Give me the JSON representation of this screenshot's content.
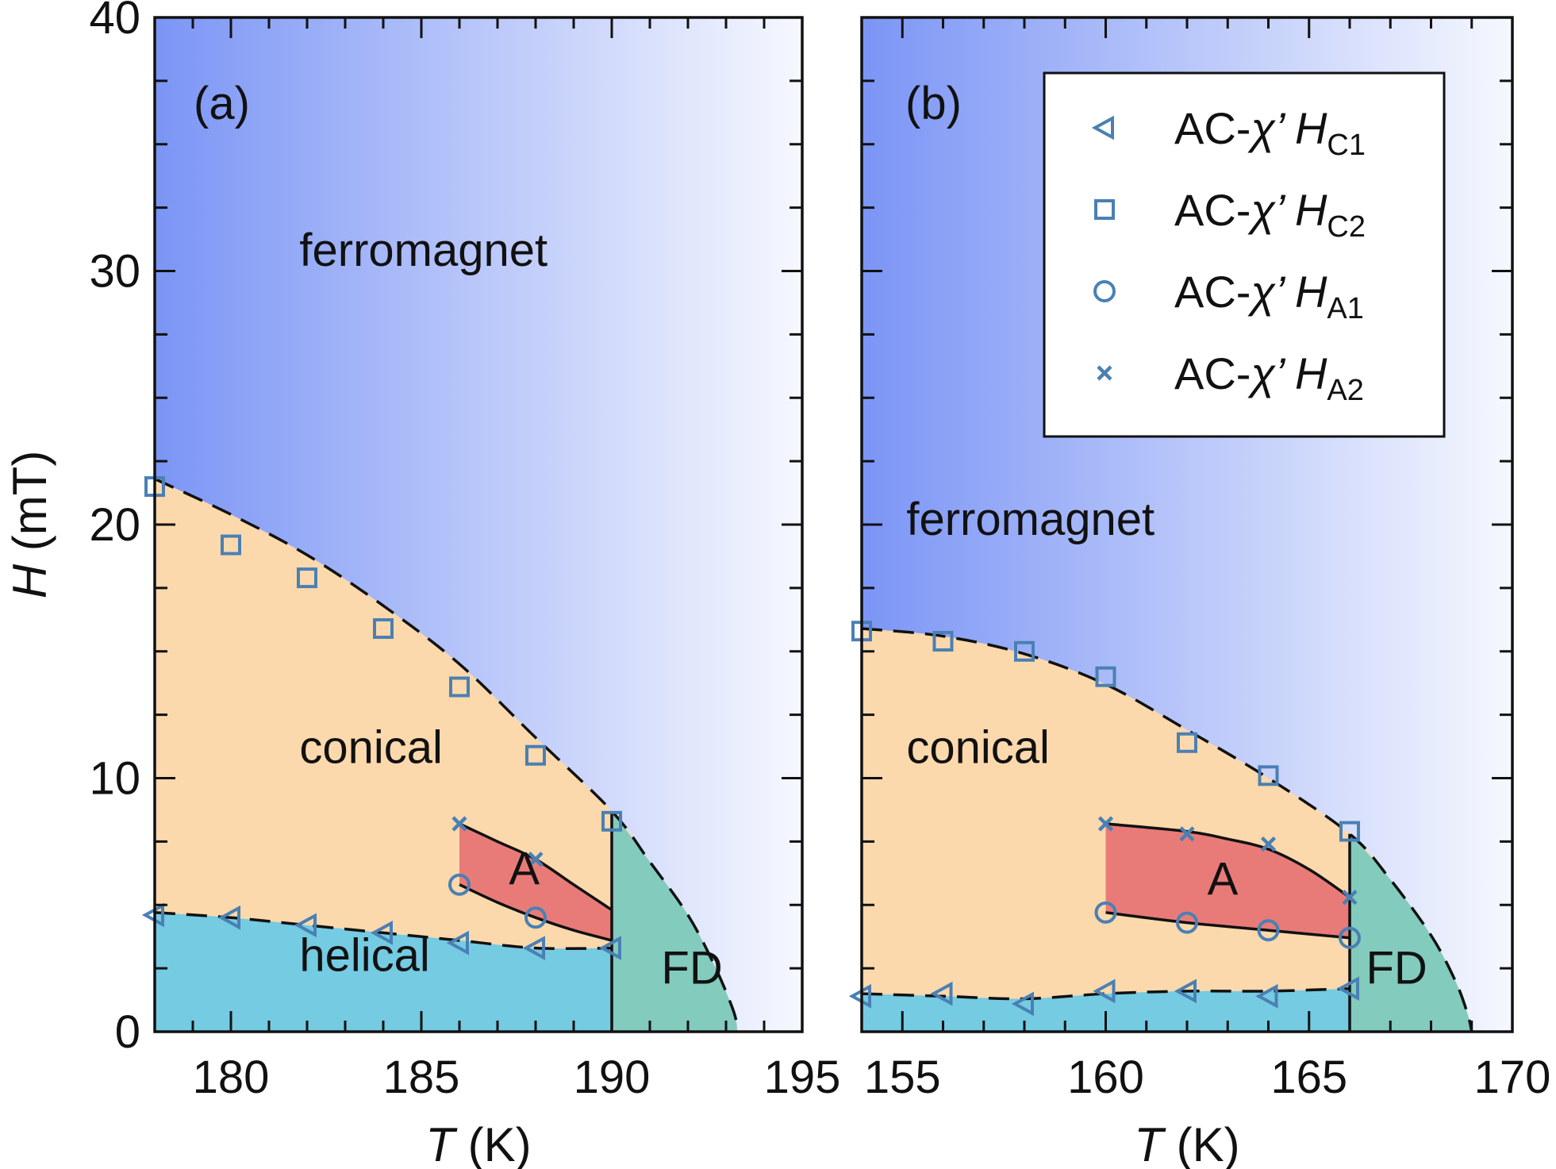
{
  "figure": {
    "y_label_italic": "H",
    "y_label_unit": "(mT)",
    "x_label_italic": "T",
    "x_label_unit": "(K)"
  },
  "legend": {
    "items": [
      {
        "symbol": "triangle-left",
        "prefix": "AC-",
        "chi": "χ’ ",
        "var": "H",
        "sub": "C1"
      },
      {
        "symbol": "square",
        "prefix": "AC-",
        "chi": "χ’ ",
        "var": "H",
        "sub": "C2"
      },
      {
        "symbol": "circle",
        "prefix": "AC-",
        "chi": "χ’ ",
        "var": "H",
        "sub": "A1"
      },
      {
        "symbol": "cross",
        "prefix": "AC-",
        "chi": "χ’ ",
        "var": "H",
        "sub": "A2"
      }
    ]
  },
  "chart_data": [
    {
      "type": "scatter",
      "panel_label": "(a)",
      "xlim": [
        178,
        195
      ],
      "ylim": [
        0,
        40
      ],
      "xticks": [
        180,
        185,
        190,
        195
      ],
      "yticks": [
        0,
        10,
        20,
        30,
        40
      ],
      "regions": [
        {
          "name": "ferromagnet",
          "label_at": [
            181.8,
            30.2
          ]
        },
        {
          "name": "conical",
          "label_at": [
            181.8,
            10.6
          ]
        },
        {
          "name": "helical",
          "label_at": [
            181.8,
            2.4
          ]
        },
        {
          "name": "A",
          "label_at": [
            187.3,
            5.8
          ]
        },
        {
          "name": "FD",
          "label_at": [
            191.3,
            1.9
          ]
        }
      ],
      "series": [
        {
          "key": "HC1",
          "marker": "triangle-left",
          "x": [
            178,
            180,
            182,
            184,
            186,
            188,
            190
          ],
          "y": [
            4.6,
            4.5,
            4.2,
            3.9,
            3.5,
            3.3,
            3.3
          ]
        },
        {
          "key": "HC2",
          "marker": "square",
          "x": [
            178,
            180,
            182,
            184,
            186,
            188,
            190
          ],
          "y": [
            21.5,
            19.2,
            17.9,
            15.9,
            13.6,
            10.9,
            8.3
          ]
        },
        {
          "key": "HA1",
          "marker": "circle",
          "x": [
            186,
            188
          ],
          "y": [
            5.8,
            4.5
          ]
        },
        {
          "key": "HA2",
          "marker": "cross",
          "x": [
            186,
            188
          ],
          "y": [
            8.2,
            6.8
          ]
        }
      ],
      "fills": {
        "ferro_boundary": {
          "x": [
            178,
            180,
            182,
            184,
            186,
            188,
            190,
            191,
            192,
            192.7,
            193.2,
            193.3
          ],
          "y": [
            21.8,
            20.4,
            18.8,
            16.8,
            14.5,
            11.6,
            8.7,
            6.7,
            4.6,
            2.6,
            0.8,
            0
          ]
        },
        "helical_top": {
          "x": [
            178,
            180,
            182,
            184,
            186,
            188,
            190
          ],
          "y": [
            4.7,
            4.5,
            4.2,
            3.9,
            3.6,
            3.3,
            3.3
          ]
        },
        "A_top": {
          "x": [
            186,
            187,
            188,
            189,
            190
          ],
          "y": [
            8.2,
            7.5,
            6.8,
            5.8,
            4.8
          ]
        },
        "A_bottom": {
          "x": [
            186,
            187,
            188,
            189,
            190
          ],
          "y": [
            5.8,
            5.1,
            4.5,
            4.0,
            3.6
          ]
        },
        "fd_x": 190
      }
    },
    {
      "type": "scatter",
      "panel_label": "(b)",
      "xlim": [
        154,
        170
      ],
      "ylim": [
        0,
        40
      ],
      "xticks": [
        155,
        160,
        165,
        170
      ],
      "yticks": [
        0,
        10,
        20,
        30,
        40
      ],
      "regions": [
        {
          "name": "ferromagnet",
          "label_at": [
            155.1,
            19.6
          ]
        },
        {
          "name": "conical",
          "label_at": [
            155.1,
            10.6
          ]
        },
        {
          "name": "A",
          "label_at": [
            162.5,
            5.4
          ]
        },
        {
          "name": "FD",
          "label_at": [
            166.4,
            1.9
          ]
        }
      ],
      "series": [
        {
          "key": "HC1",
          "marker": "triangle-left",
          "x": [
            154,
            156,
            158,
            160,
            162,
            164,
            166
          ],
          "y": [
            1.4,
            1.5,
            1.1,
            1.6,
            1.6,
            1.4,
            1.7
          ]
        },
        {
          "key": "HC2",
          "marker": "square",
          "x": [
            154,
            156,
            158,
            160,
            162,
            164,
            166
          ],
          "y": [
            15.8,
            15.4,
            15.0,
            14.0,
            11.4,
            10.1,
            7.9
          ]
        },
        {
          "key": "HA1",
          "marker": "circle",
          "x": [
            160,
            162,
            164,
            166
          ],
          "y": [
            4.7,
            4.3,
            4.0,
            3.7
          ]
        },
        {
          "key": "HA2",
          "marker": "cross",
          "x": [
            160,
            162,
            164,
            166
          ],
          "y": [
            8.2,
            7.8,
            7.4,
            5.3
          ]
        }
      ],
      "fills": {
        "ferro_boundary": {
          "x": [
            154,
            156,
            158,
            160,
            162,
            164,
            166,
            167,
            168,
            168.6,
            168.9,
            169.0
          ],
          "y": [
            15.9,
            15.6,
            14.9,
            13.7,
            11.9,
            10.0,
            7.8,
            6.0,
            3.8,
            2.0,
            0.7,
            0
          ]
        },
        "helical_top": {
          "x": [
            154,
            156,
            158,
            160,
            162,
            164,
            166
          ],
          "y": [
            1.5,
            1.4,
            1.3,
            1.5,
            1.6,
            1.6,
            1.7
          ]
        },
        "A_top": {
          "x": [
            160,
            162,
            163,
            164,
            165,
            166
          ],
          "y": [
            8.2,
            7.9,
            7.6,
            7.2,
            6.4,
            5.3
          ]
        },
        "A_bottom": {
          "x": [
            160,
            162,
            164,
            166
          ],
          "y": [
            4.7,
            4.3,
            4.0,
            3.7
          ]
        },
        "fd_x": 166
      }
    }
  ],
  "colors": {
    "ferro_left": "#7b95f5",
    "ferro_right": "#f6f8fe",
    "conical": "#fcd9ac",
    "helical": "#74cbe2",
    "A_phase": "#e87b78",
    "FD": "#82cbbd",
    "marker": "#4a80b4",
    "line": "#111111"
  }
}
